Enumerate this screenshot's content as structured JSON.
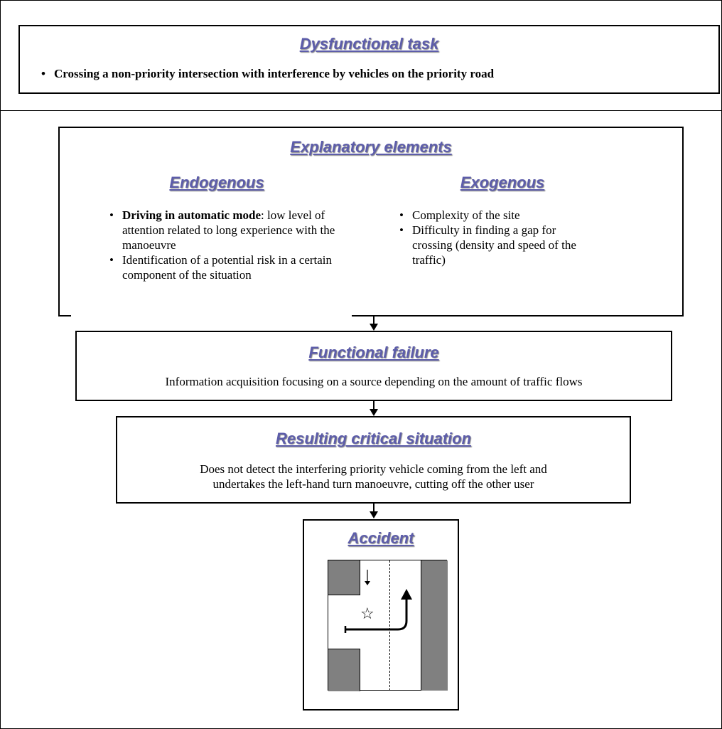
{
  "dysfunctional_task": {
    "heading": "Dysfunctional task",
    "item": "Crossing a non-priority intersection with interference by vehicles on the priority road"
  },
  "explanatory": {
    "heading": "Explanatory elements",
    "endogenous": {
      "heading": "Endogenous",
      "items": [
        {
          "bold": "Driving in automatic mode",
          "line1": ": low",
          "rest": "level of attention related to long experience with the manoeuvre"
        },
        {
          "text": "Identification of a potential risk in a certain component of the situation"
        }
      ]
    },
    "exogenous": {
      "heading": "Exogenous",
      "items": [
        "Complexity of the site",
        "Difficulty in finding a gap for crossing (density and speed of the traffic)"
      ]
    }
  },
  "functional_failure": {
    "heading": "Functional failure",
    "text": "Information acquisition focusing on a source depending on the amount of traffic flows"
  },
  "critical_situation": {
    "heading": "Resulting critical situation",
    "line1": "Does not detect the interfering priority vehicle coming from the left and",
    "line2": "undertakes the left-hand turn manoeuvre, cutting off the other user"
  },
  "accident": {
    "heading": "Accident",
    "star_glyph": "☆"
  },
  "colors": {
    "heading": "#5d5daa",
    "building": "#808080"
  }
}
